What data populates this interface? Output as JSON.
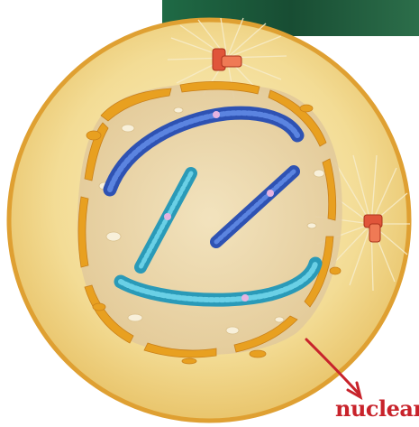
{
  "annotation": {
    "label": "nuclear",
    "color": "#c8232b"
  },
  "colors": {
    "background": "#ffffff",
    "cell_fill": "#f1d88f",
    "cell_outline": "#dfa032",
    "nuclear_interior": "#e8d3a8",
    "envelope_fragments": "#e8a020",
    "centrosome": "#e0553a",
    "chromosome_blue": "#3a63c8",
    "chromosome_teal": "#33b3cf",
    "corner_photo": "#1e5a3a"
  },
  "icons": [
    "centrosome-top",
    "centrosome-right",
    "annotation-arrow"
  ]
}
